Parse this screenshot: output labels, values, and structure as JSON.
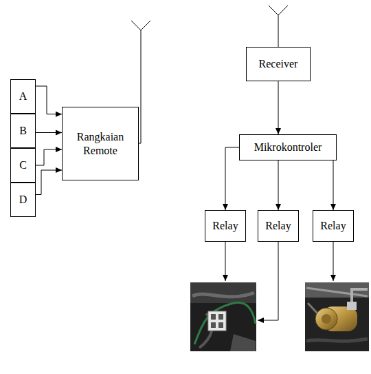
{
  "diagram": {
    "nodes": [
      {
        "text": [
          "A"
        ]
      },
      {
        "text": [
          "B"
        ]
      },
      {
        "text": [
          "C"
        ]
      },
      {
        "text": [
          "D"
        ]
      },
      {
        "text": [
          "Rangkaian Remote"
        ]
      },
      {
        "text": [
          "Receiver"
        ]
      },
      {
        "text": [
          "Mikrokontroler"
        ]
      },
      {
        "text": [
          "Relay"
        ]
      },
      {
        "text": [
          "Relay"
        ]
      },
      {
        "text": [
          "Relay"
        ]
      }
    ],
    "edges": [
      {
        "from": 0,
        "to": 4,
        "arrow": "to"
      },
      {
        "from": 1,
        "to": 4,
        "arrow": "to"
      },
      {
        "from": 2,
        "to": 4,
        "arrow": "to"
      },
      {
        "from": 3,
        "to": 4,
        "arrow": "to"
      },
      {
        "from": 5,
        "to": 6,
        "arrow": "to"
      },
      {
        "from": 6,
        "to": 7,
        "arrow": "to"
      },
      {
        "from": 6,
        "to": 8,
        "arrow": "to"
      },
      {
        "from": 6,
        "to": 9,
        "arrow": "to"
      }
    ]
  }
}
